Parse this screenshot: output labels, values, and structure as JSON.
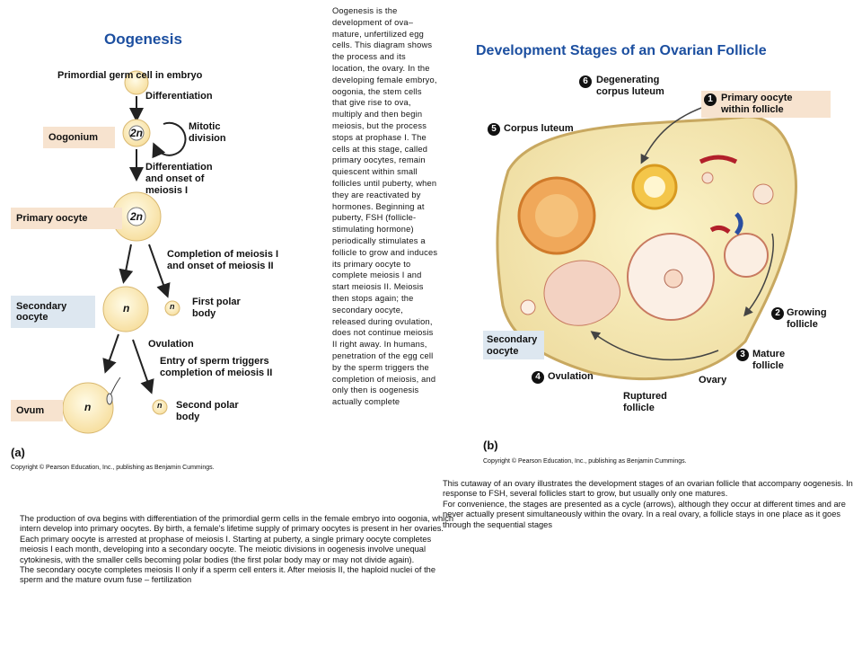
{
  "left": {
    "title": "Oogenesis",
    "top_label": "Primordial germ cell in embryo",
    "differentiation": "Differentiation",
    "mitotic": "Mitotic\ndivision",
    "diff_meiosis_1": "Differentiation",
    "diff_meiosis_2": "and onset of",
    "diff_meiosis_3": "meiosis I",
    "completion_1": "Completion of meiosis I",
    "completion_2": "and onset of meiosis II",
    "first_polar_1": "First polar",
    "first_polar_2": "body",
    "ovulation": "Ovulation",
    "entry_1": "Entry of sperm triggers",
    "entry_2": "completion of meiosis II",
    "second_polar_1": "Second polar",
    "second_polar_2": "body",
    "stages": [
      "Oogonium",
      "Primary oocyte",
      "Secondary\noocyte",
      "Ovum"
    ],
    "cell_2n": "2n",
    "cell_n": "n",
    "panel": "(a)",
    "copyright": "Copyright © Pearson Education, Inc., publishing as Benjamin Cummings."
  },
  "middle_text": "Oogenesis is the development of ova– mature, unfertilized egg cells. This diagram shows the process and its location, the ovary. In the developing female embryo, oogonia, the stem cells that give rise to ova, multiply and then begin meiosis, but the process stops at prophase I. The cells at this stage, called primary oocytes, remain quiescent within small follicles until puberty, when they are reactivated by hormones. Beginning at puberty, FSH (follicle-stimulating hormone) periodically stimulates a follicle to grow and induces its primary oocyte to complete meiosis I and start meiosis II. Meiosis then stops again; the secondary oocyte, released during ovulation, does not continue meiosis II right away. In humans, penetration of the egg cell by the sperm triggers the completion of meiosis, and only then is oogenesis actually complete",
  "right": {
    "title": "Development Stages of an Ovarian Follicle",
    "s6_num": "6",
    "s6_1": "Degenerating",
    "s6_2": "corpus luteum",
    "s1_num": "1",
    "s1_1": "Primary oocyte",
    "s1_2": "within follicle",
    "s5_num": "5",
    "s5": "Corpus luteum",
    "s2_num": "2",
    "s2_1": "Growing",
    "s2_2": "follicle",
    "s3_num": "3",
    "s3_1": "Mature",
    "s3_2": "follicle",
    "s4_num": "4",
    "s4": "Ovulation",
    "secondary_1": "Secondary",
    "secondary_2": "oocyte",
    "ruptured_1": "Ruptured",
    "ruptured_2": "follicle",
    "ovary": "Ovary",
    "panel": "(b)",
    "copyright": "Copyright © Pearson Education, Inc., publishing as Benjamin Cummings."
  },
  "caption_right": "This cutaway of an ovary illustrates the development stages of an ovarian follicle that accompany oogenesis.  In response to FSH, several follicles start to grow, but usually only one matures.\nFor convenience, the stages are presented as a cycle (arrows), although they occur at different times and are never actually present simultaneously within the ovary.  In a real ovary, a follicle stays in one place as it goes through the sequential stages",
  "caption_left": "The production of ova begins with differentiation of the primordial germ cells in the female embryo into oogonia, which intern develop into primary oocytes.  By birth, a female's lifetime supply of primary oocytes is present in her ovaries.  Each primary oocyte is arrested at prophase of meiosis I.  Starting at puberty, a single primary oocyte completes meiosis I each month, developing into a secondary oocyte.  The meiotic divisions in oogenesis involve unequal cytokinesis, with the smaller cells becoming polar bodies (the first polar body may or may not divide again).\nThe secondary oocyte completes meiosis II only if a sperm cell enters it.  After meiosis II, the haploid nuclei of the sperm and the mature ovum fuse – fertilization"
}
